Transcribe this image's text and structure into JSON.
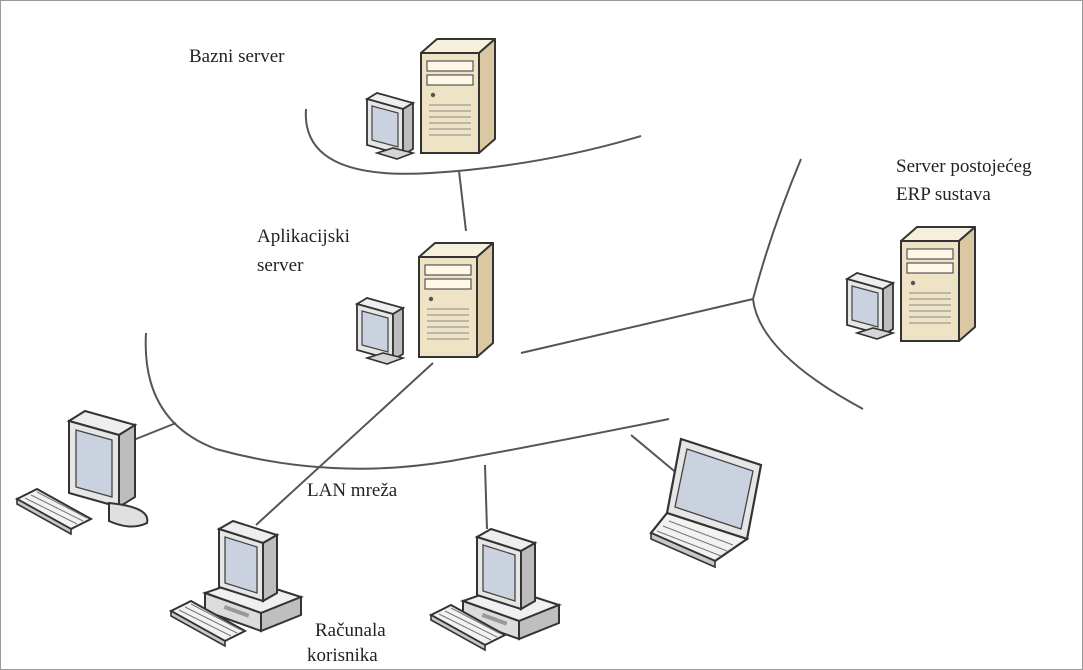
{
  "labels": {
    "bazni_server": "Bazni server",
    "aplikacijski_line1": "Aplikacijski",
    "aplikacijski_line2": "server",
    "erp_line1": "Server postojećeg",
    "erp_line2": "ERP sustava",
    "lan": "LAN mreža",
    "racunala_line1": "Računala",
    "racunala_line2": "korisnika"
  },
  "icons": [
    "tower-server-icon",
    "crt-monitor-icon",
    "desktop-computer-icon",
    "laptop-icon",
    "keyboard-icon"
  ],
  "colors": {
    "server_body": "#efe3c6",
    "server_side": "#d9c8a1",
    "line": "#555555",
    "screen": "#c9d2de",
    "device_body": "#e4e4e4"
  }
}
